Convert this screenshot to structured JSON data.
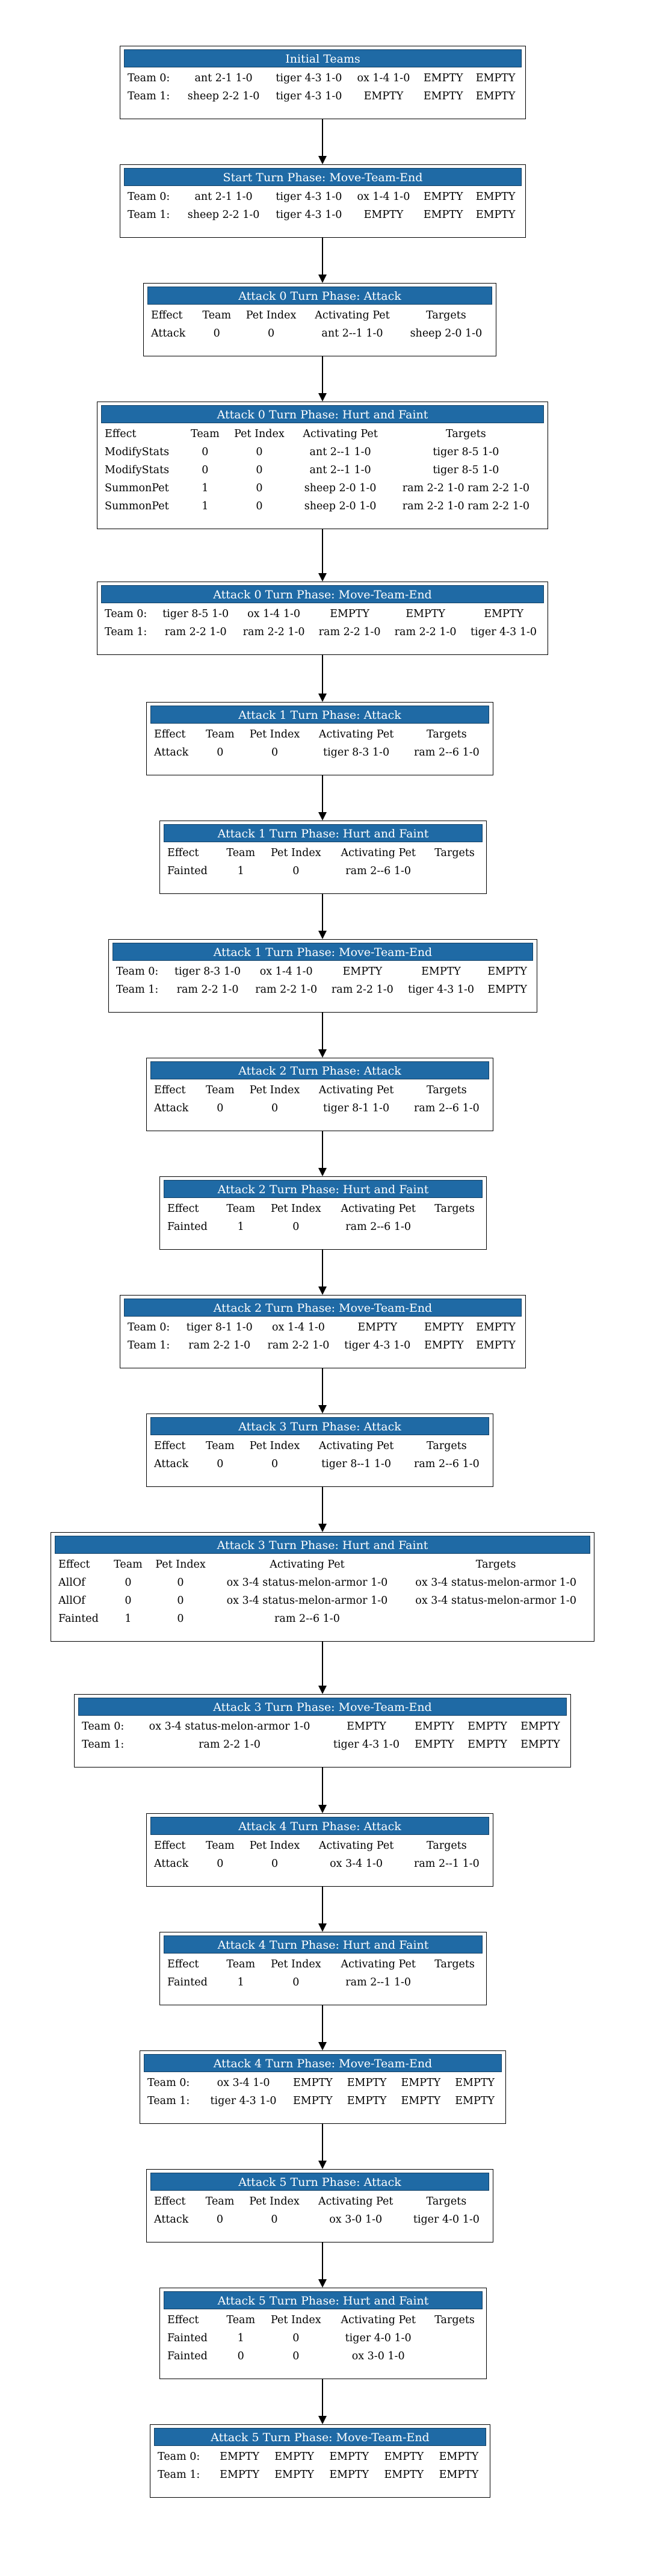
{
  "nodes": [
    {
      "title": "Initial Teams",
      "kind": "team",
      "rows": [
        [
          "Team 0:",
          "ant 2-1 1-0",
          "tiger 4-3 1-0",
          "ox 1-4 1-0",
          "EMPTY",
          "EMPTY"
        ],
        [
          "Team 1:",
          "sheep 2-2 1-0",
          "tiger 4-3 1-0",
          "EMPTY",
          "EMPTY",
          "EMPTY"
        ]
      ]
    },
    {
      "title": "Start Turn Phase: Move-Team-End",
      "kind": "team",
      "rows": [
        [
          "Team 0:",
          "ant 2-1 1-0",
          "tiger 4-3 1-0",
          "ox 1-4 1-0",
          "EMPTY",
          "EMPTY"
        ],
        [
          "Team 1:",
          "sheep 2-2 1-0",
          "tiger 4-3 1-0",
          "EMPTY",
          "EMPTY",
          "EMPTY"
        ]
      ]
    },
    {
      "title": "Attack 0 Turn Phase: Attack",
      "kind": "effect",
      "header": [
        "Effect",
        "Team",
        "Pet Index",
        "Activating Pet",
        "Targets"
      ],
      "rows": [
        [
          "Attack",
          "0",
          "0",
          "ant 2--1 1-0",
          "sheep 2-0 1-0"
        ]
      ]
    },
    {
      "title": "Attack 0 Turn Phase: Hurt and Faint",
      "kind": "effect",
      "header": [
        "Effect",
        "Team",
        "Pet Index",
        "Activating Pet",
        "Targets"
      ],
      "rows": [
        [
          "ModifyStats",
          "0",
          "0",
          "ant 2--1 1-0",
          "tiger 8-5 1-0"
        ],
        [
          "ModifyStats",
          "0",
          "0",
          "ant 2--1 1-0",
          "tiger 8-5 1-0"
        ],
        [
          "SummonPet",
          "1",
          "0",
          "sheep 2-0 1-0",
          "ram 2-2 1-0 ram 2-2 1-0"
        ],
        [
          "SummonPet",
          "1",
          "0",
          "sheep 2-0 1-0",
          "ram 2-2 1-0 ram 2-2 1-0"
        ]
      ]
    },
    {
      "title": "Attack 0 Turn Phase: Move-Team-End",
      "kind": "team",
      "rows": [
        [
          "Team 0:",
          "tiger 8-5 1-0",
          "ox 1-4 1-0",
          "EMPTY",
          "EMPTY",
          "EMPTY"
        ],
        [
          "Team 1:",
          "ram 2-2 1-0",
          "ram 2-2 1-0",
          "ram 2-2 1-0",
          "ram 2-2 1-0",
          "tiger 4-3 1-0"
        ]
      ]
    },
    {
      "title": "Attack 1 Turn Phase: Attack",
      "kind": "effect",
      "header": [
        "Effect",
        "Team",
        "Pet Index",
        "Activating Pet",
        "Targets"
      ],
      "rows": [
        [
          "Attack",
          "0",
          "0",
          "tiger 8-3 1-0",
          "ram 2--6 1-0"
        ]
      ]
    },
    {
      "title": "Attack 1 Turn Phase: Hurt and Faint",
      "kind": "effect",
      "header": [
        "Effect",
        "Team",
        "Pet Index",
        "Activating Pet",
        "Targets"
      ],
      "rows": [
        [
          "Fainted",
          "1",
          "0",
          "ram 2--6 1-0",
          ""
        ]
      ]
    },
    {
      "title": "Attack 1 Turn Phase: Move-Team-End",
      "kind": "team",
      "rows": [
        [
          "Team 0:",
          "tiger 8-3 1-0",
          "ox 1-4 1-0",
          "EMPTY",
          "EMPTY",
          "EMPTY"
        ],
        [
          "Team 1:",
          "ram 2-2 1-0",
          "ram 2-2 1-0",
          "ram 2-2 1-0",
          "tiger 4-3 1-0",
          "EMPTY"
        ]
      ]
    },
    {
      "title": "Attack 2 Turn Phase: Attack",
      "kind": "effect",
      "header": [
        "Effect",
        "Team",
        "Pet Index",
        "Activating Pet",
        "Targets"
      ],
      "rows": [
        [
          "Attack",
          "0",
          "0",
          "tiger 8-1 1-0",
          "ram 2--6 1-0"
        ]
      ]
    },
    {
      "title": "Attack 2 Turn Phase: Hurt and Faint",
      "kind": "effect",
      "header": [
        "Effect",
        "Team",
        "Pet Index",
        "Activating Pet",
        "Targets"
      ],
      "rows": [
        [
          "Fainted",
          "1",
          "0",
          "ram 2--6 1-0",
          ""
        ]
      ]
    },
    {
      "title": "Attack 2 Turn Phase: Move-Team-End",
      "kind": "team",
      "rows": [
        [
          "Team 0:",
          "tiger 8-1 1-0",
          "ox 1-4 1-0",
          "EMPTY",
          "EMPTY",
          "EMPTY"
        ],
        [
          "Team 1:",
          "ram 2-2 1-0",
          "ram 2-2 1-0",
          "tiger 4-3 1-0",
          "EMPTY",
          "EMPTY"
        ]
      ]
    },
    {
      "title": "Attack 3 Turn Phase: Attack",
      "kind": "effect",
      "header": [
        "Effect",
        "Team",
        "Pet Index",
        "Activating Pet",
        "Targets"
      ],
      "rows": [
        [
          "Attack",
          "0",
          "0",
          "tiger 8--1 1-0",
          "ram 2--6 1-0"
        ]
      ]
    },
    {
      "title": "Attack 3 Turn Phase: Hurt and Faint",
      "kind": "effect",
      "header": [
        "Effect",
        "Team",
        "Pet Index",
        "Activating Pet",
        "Targets"
      ],
      "rows": [
        [
          "AllOf",
          "0",
          "0",
          "ox 3-4 status-melon-armor 1-0",
          "ox 3-4 status-melon-armor 1-0"
        ],
        [
          "AllOf",
          "0",
          "0",
          "ox 3-4 status-melon-armor 1-0",
          "ox 3-4 status-melon-armor 1-0"
        ],
        [
          "Fainted",
          "1",
          "0",
          "ram 2--6 1-0",
          ""
        ]
      ]
    },
    {
      "title": "Attack 3 Turn Phase: Move-Team-End",
      "kind": "team",
      "rows": [
        [
          "Team 0:",
          "ox 3-4 status-melon-armor 1-0",
          "EMPTY",
          "EMPTY",
          "EMPTY",
          "EMPTY"
        ],
        [
          "Team 1:",
          "ram 2-2 1-0",
          "tiger 4-3 1-0",
          "EMPTY",
          "EMPTY",
          "EMPTY"
        ]
      ]
    },
    {
      "title": "Attack 4 Turn Phase: Attack",
      "kind": "effect",
      "header": [
        "Effect",
        "Team",
        "Pet Index",
        "Activating Pet",
        "Targets"
      ],
      "rows": [
        [
          "Attack",
          "0",
          "0",
          "ox 3-4 1-0",
          "ram 2--1 1-0"
        ]
      ]
    },
    {
      "title": "Attack 4 Turn Phase: Hurt and Faint",
      "kind": "effect",
      "header": [
        "Effect",
        "Team",
        "Pet Index",
        "Activating Pet",
        "Targets"
      ],
      "rows": [
        [
          "Fainted",
          "1",
          "0",
          "ram 2--1 1-0",
          ""
        ]
      ]
    },
    {
      "title": "Attack 4 Turn Phase: Move-Team-End",
      "kind": "team",
      "rows": [
        [
          "Team 0:",
          "ox 3-4 1-0",
          "EMPTY",
          "EMPTY",
          "EMPTY",
          "EMPTY"
        ],
        [
          "Team 1:",
          "tiger 4-3 1-0",
          "EMPTY",
          "EMPTY",
          "EMPTY",
          "EMPTY"
        ]
      ]
    },
    {
      "title": "Attack 5 Turn Phase: Attack",
      "kind": "effect",
      "header": [
        "Effect",
        "Team",
        "Pet Index",
        "Activating Pet",
        "Targets"
      ],
      "rows": [
        [
          "Attack",
          "0",
          "0",
          "ox 3-0 1-0",
          "tiger 4-0 1-0"
        ]
      ]
    },
    {
      "title": "Attack 5 Turn Phase: Hurt and Faint",
      "kind": "effect",
      "header": [
        "Effect",
        "Team",
        "Pet Index",
        "Activating Pet",
        "Targets"
      ],
      "rows": [
        [
          "Fainted",
          "1",
          "0",
          "tiger 4-0 1-0",
          ""
        ],
        [
          "Fainted",
          "0",
          "0",
          "ox 3-0 1-0",
          ""
        ]
      ]
    },
    {
      "title": "Attack 5 Turn Phase: Move-Team-End",
      "kind": "team",
      "rows": [
        [
          "Team 0:",
          "EMPTY",
          "EMPTY",
          "EMPTY",
          "EMPTY",
          "EMPTY"
        ],
        [
          "Team 1:",
          "EMPTY",
          "EMPTY",
          "EMPTY",
          "EMPTY",
          "EMPTY"
        ]
      ]
    }
  ],
  "colors": {
    "title_bg": "#1f6aa5",
    "title_text": "#ffffff",
    "border": "#000000",
    "arrow": "#000000"
  }
}
